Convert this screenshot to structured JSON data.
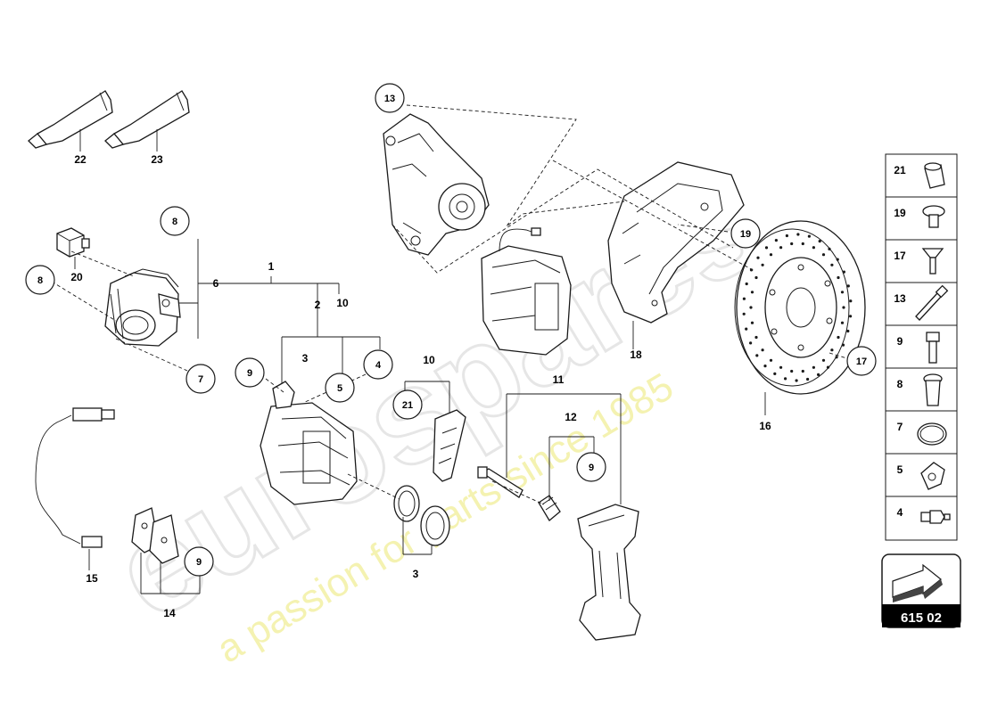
{
  "diagram_number": "615 02",
  "watermark": {
    "brand": "eurospares",
    "tagline": "a passion for parts since 1985"
  },
  "callouts": [
    "1",
    "2",
    "3",
    "4",
    "5",
    "6",
    "7",
    "8",
    "9",
    "10",
    "11",
    "12",
    "13",
    "14",
    "15",
    "16",
    "17",
    "18",
    "19",
    "20",
    "21",
    "22",
    "23"
  ],
  "legend": [
    {
      "number": "21",
      "icon": "sleeve-icon"
    },
    {
      "number": "19",
      "icon": "pan-head-bolt-icon"
    },
    {
      "number": "17",
      "icon": "countersunk-screw-icon"
    },
    {
      "number": "13",
      "icon": "long-bolt-icon"
    },
    {
      "number": "9",
      "icon": "hex-socket-bolt-icon"
    },
    {
      "number": "8",
      "icon": "flange-bolt-icon"
    },
    {
      "number": "7",
      "icon": "o-ring-icon"
    },
    {
      "number": "5",
      "icon": "clip-icon"
    },
    {
      "number": "4",
      "icon": "bleeder-valve-icon"
    }
  ]
}
